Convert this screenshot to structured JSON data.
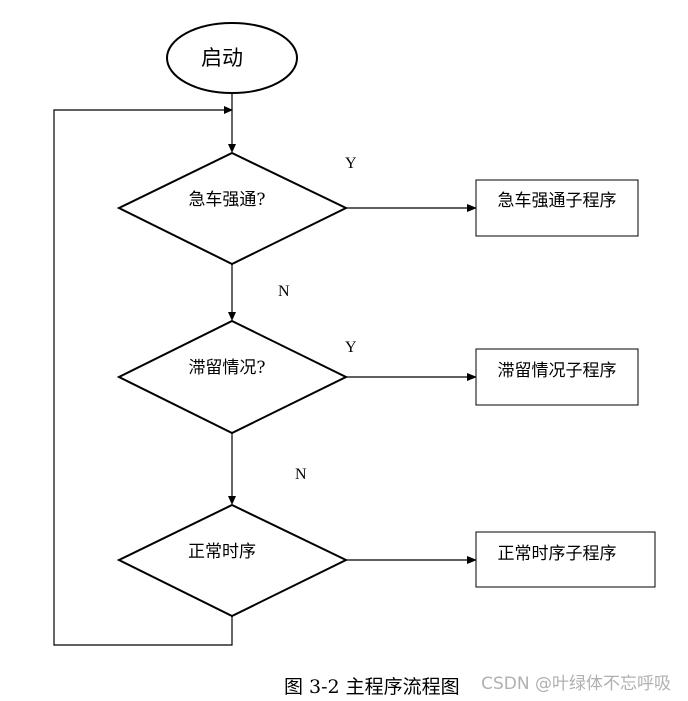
{
  "diagram": {
    "start": "启动",
    "decisions": [
      {
        "text": "急车强通?",
        "yes": "Y",
        "no": "N"
      },
      {
        "text": "滞留情况?",
        "yes": "Y",
        "no": "N"
      },
      {
        "text": "正常时序"
      }
    ],
    "subroutines": [
      "急车强通子程序",
      "滞留情况子程序",
      "正常时序子程序"
    ],
    "caption": "图 3-2  主程序流程图",
    "watermark": "CSDN @叶绿体不忘呼吸"
  }
}
